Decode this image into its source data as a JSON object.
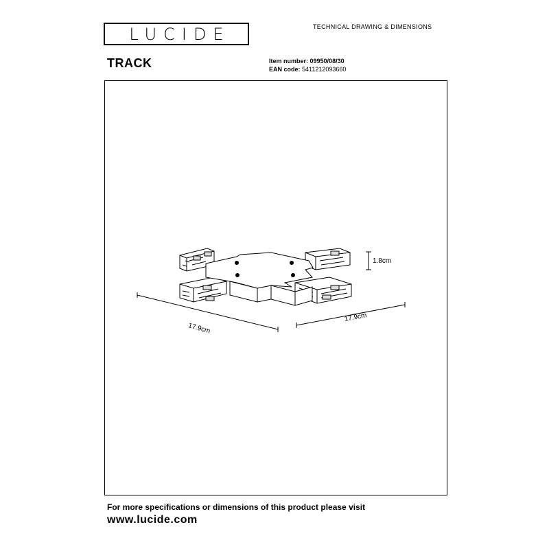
{
  "brand": {
    "logo_text": "LUCIDE"
  },
  "header": {
    "doc_type": "TECHNICAL DRAWING & DIMENSIONS"
  },
  "product": {
    "name": "TRACK",
    "item_number_label": "Item number:",
    "item_number": "09950/08/30",
    "ean_label": "EAN code:",
    "ean": "5411212093660"
  },
  "dimensions": {
    "height": "1.8cm",
    "length_left": "17.9cm",
    "length_right": "17.9cm"
  },
  "footer": {
    "note": "For more specifications or dimensions of this product please visit",
    "url": "www.lucide.com"
  }
}
